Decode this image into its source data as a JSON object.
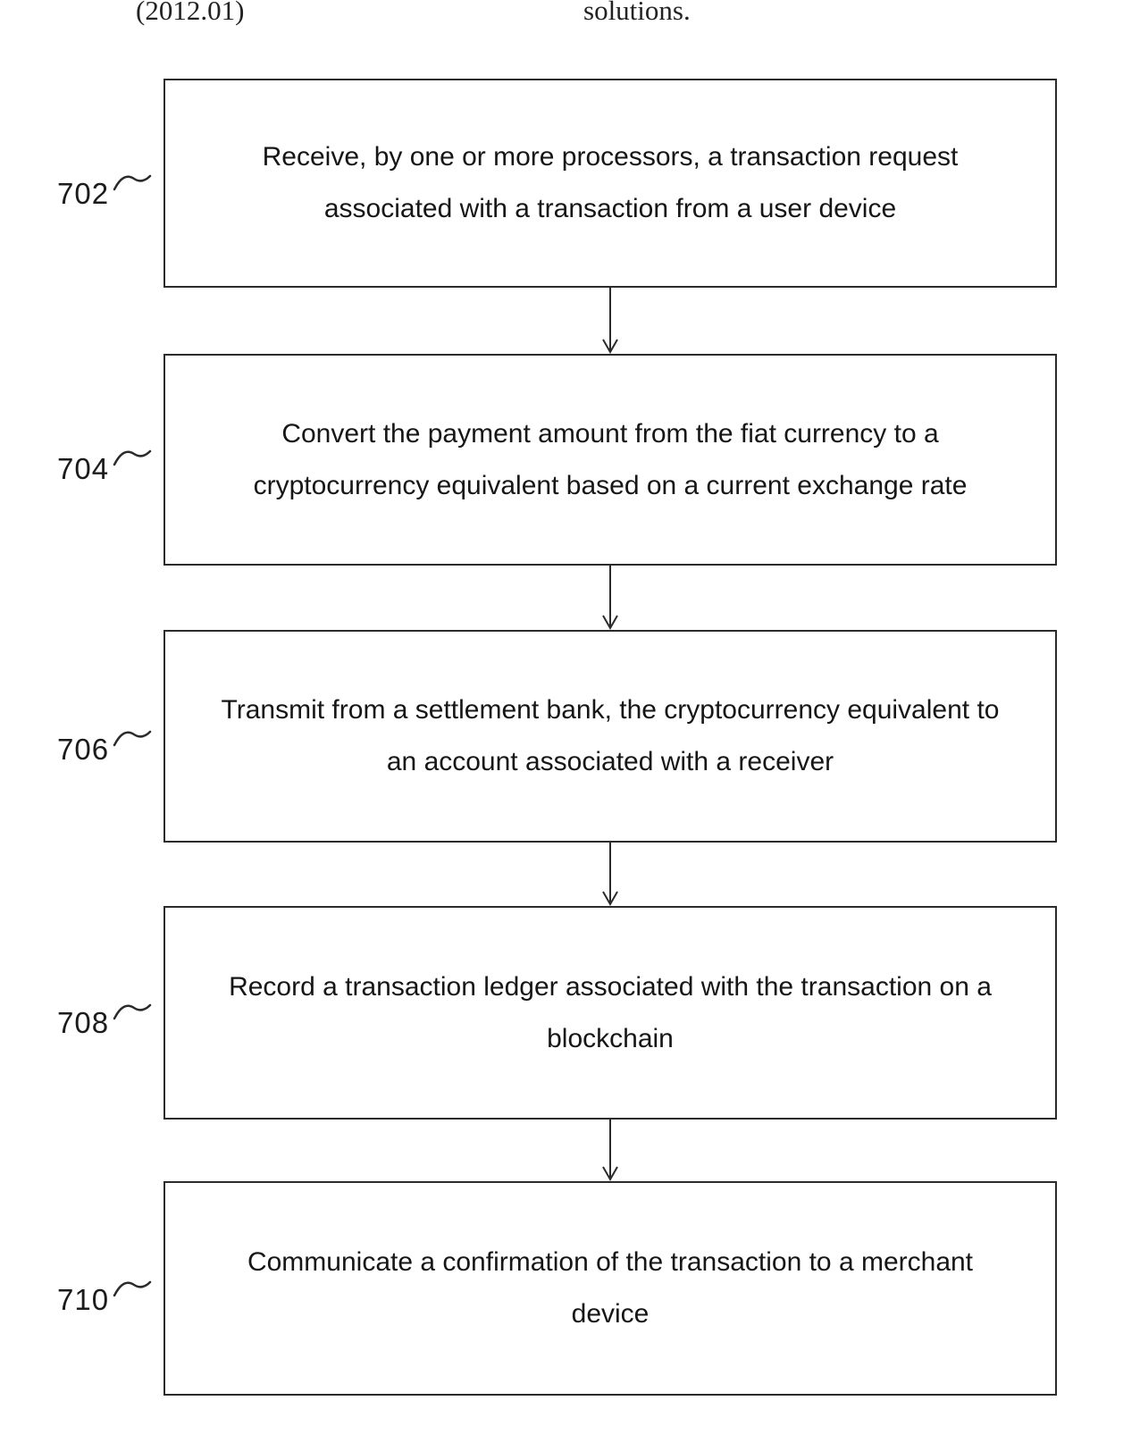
{
  "header": {
    "left_fragment": "(2012.01)",
    "right_fragment": "solutions."
  },
  "flowchart": {
    "line_color": "#2b2b2b",
    "steps": [
      {
        "label": "702",
        "text": "Receive, by one or more processors, a transaction request associated with a transaction from a user device"
      },
      {
        "label": "704",
        "text": "Convert the payment amount from the fiat currency to a cryptocurrency equivalent based on a current exchange rate"
      },
      {
        "label": "706",
        "text": "Transmit from a settlement bank, the cryptocurrency equivalent to an account associated with a receiver"
      },
      {
        "label": "708",
        "text": "Record a transaction ledger associated with the transaction on a blockchain"
      },
      {
        "label": "710",
        "text": "Communicate a confirmation of the transaction to a merchant device"
      }
    ]
  }
}
